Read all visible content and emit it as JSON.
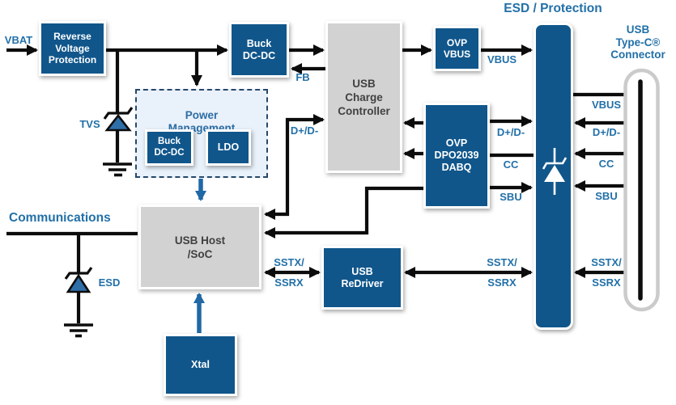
{
  "diagram_title": "ESD / Protection",
  "colors": {
    "block_blue": "#10568b",
    "block_gray": "#d2d2d2",
    "label_blue": "#2270a8",
    "wire_black": "#0c0c0c",
    "pm_fill": "#e9f1fa",
    "pm_border": "#26486a",
    "connector_outline": "#cbcbcb",
    "diode_fill": "#2e6fa8"
  },
  "blocks": {
    "reverse_voltage_protection": "Reverse\nVoltage\nProtection",
    "buck_dcdc_top": "Buck\nDC-DC",
    "usb_charge_controller": "USB\nCharge\nController",
    "ovp_vbus": "OVP\nVBUS",
    "ovp_dpo2039": "OVP\nDPO2039\nDABQ",
    "power_management_title": "Power\nManagement",
    "buck_dcdc_pm": "Buck\nDC-DC",
    "ldo": "LDO",
    "usb_host_soc": "USB Host\n/SoC",
    "usb_redriver": "USB\nReDriver",
    "xtal": "Xtal"
  },
  "labels": {
    "vbat": "VBAT",
    "tvs": "TVS",
    "esd": "ESD",
    "fb": "FB",
    "communications": "Communications",
    "d_plus_d_minus_host": "D+/D-",
    "vbus_after_ovp": "VBUS",
    "esd_protection_title": "ESD / Protection",
    "usb_type_c_connector": "USB\nType-C®\nConnector",
    "ovp_to_esd_d": "D+/D-",
    "ovp_to_esd_cc": "CC",
    "ovp_to_esd_sbu": "SBU",
    "conn_vbus": "VBUS",
    "conn_d": "D+/D-",
    "conn_cc": "CC",
    "conn_sbu": "SBU",
    "conn_sstx_ssrx": "SSTX/\nSSRX",
    "host_to_redriver_sstx_ssrx": "SSTX/\nSSRX",
    "redriver_to_esd_sstx_ssrx": "SSTX/\nSSRX"
  }
}
